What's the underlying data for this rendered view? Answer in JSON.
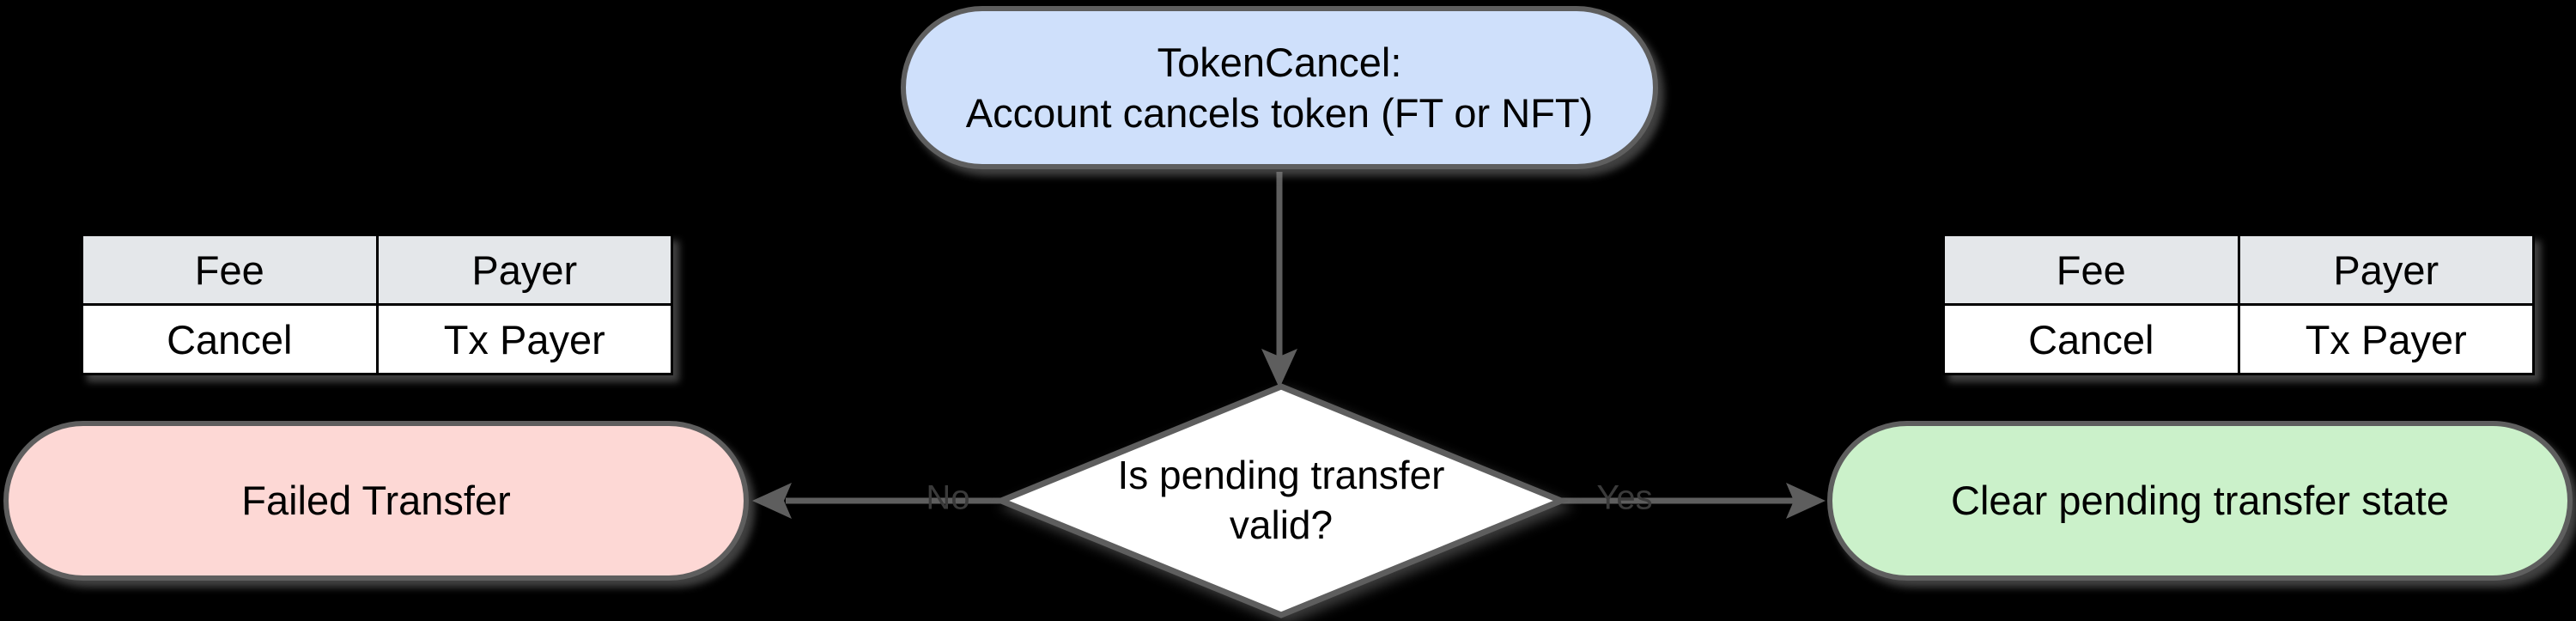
{
  "flowchart": {
    "start": {
      "line1": "TokenCancel:",
      "line2": "Account cancels token (FT or NFT)"
    },
    "decision": {
      "line1": "Is pending transfer",
      "line2": "valid?"
    },
    "failed": {
      "label": "Failed Transfer"
    },
    "success": {
      "label": "Clear pending transfer state"
    },
    "edge_labels": {
      "no": "No",
      "yes": "Yes"
    },
    "tables": {
      "left": {
        "headers": [
          "Fee",
          "Payer"
        ],
        "rows": [
          [
            "Cancel",
            "Tx Payer"
          ]
        ]
      },
      "right": {
        "headers": [
          "Fee",
          "Payer"
        ],
        "rows": [
          [
            "Cancel",
            "Tx Payer"
          ]
        ]
      }
    },
    "colors": {
      "background": "#000000",
      "start_fill": "#cfe0fb",
      "failed_fill": "#fdd8d5",
      "success_fill": "#cbf1ca",
      "decision_fill": "#ffffff",
      "shape_border": "#5e5e5e",
      "edge_color": "#5e5e5e",
      "edge_label_color": "#3a3a3a",
      "table_header_fill": "#e4e7ea",
      "table_border": "#000000"
    }
  }
}
